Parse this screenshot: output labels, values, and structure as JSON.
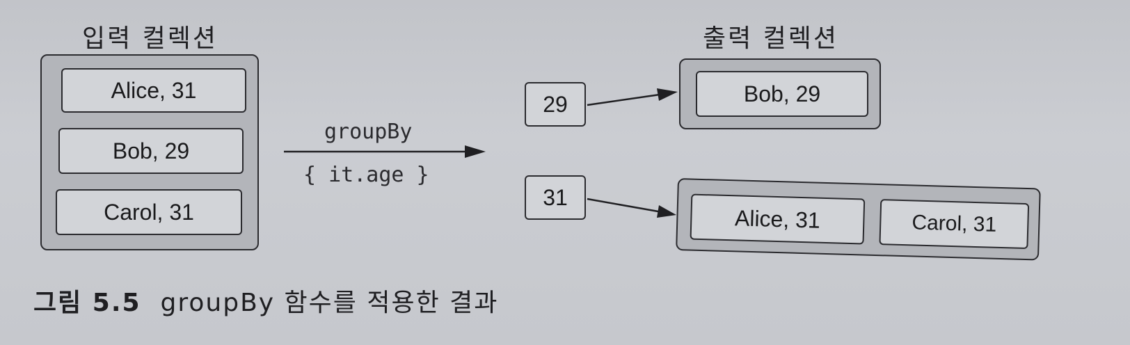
{
  "input": {
    "title": "입력 컬렉션",
    "items": [
      "Alice, 31",
      "Bob, 29",
      "Carol, 31"
    ]
  },
  "operation": {
    "name": "groupBy",
    "lambda": "{ it.age }"
  },
  "output": {
    "title": "출력 컬렉션",
    "groups": [
      {
        "key": "29",
        "items": [
          "Bob, 29"
        ]
      },
      {
        "key": "31",
        "items": [
          "Alice, 31",
          "Carol, 31"
        ]
      }
    ]
  },
  "caption": {
    "figure": "그림 5.5",
    "text": "groupBy 함수를 적용한 결과"
  }
}
